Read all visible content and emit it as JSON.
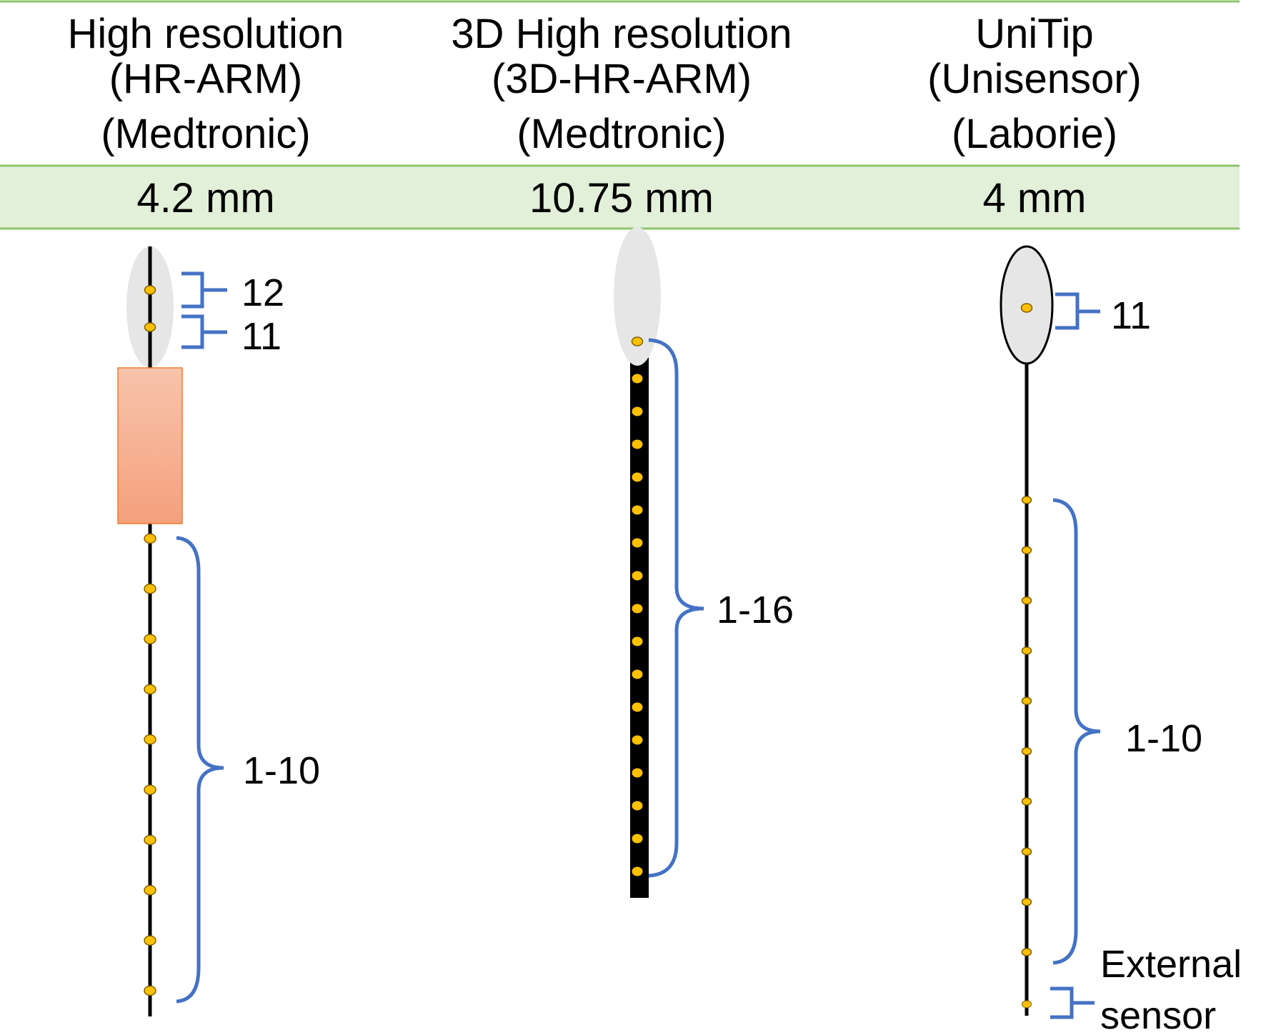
{
  "colors": {
    "header_rule": "#8cc46a",
    "diameter_band": "#e2efd9",
    "bracket": "#4472c4",
    "sensor": "#ffc000",
    "sensor_stroke": "#7f6000",
    "balloon": "#e6e6e6",
    "sleeve_top": "#f7c4ac",
    "sleeve_bottom": "#f5a07c",
    "sleeve_stroke": "#ed7d31",
    "catheter": "#000000"
  },
  "columns": [
    {
      "header": [
        "High resolution",
        "(HR-ARM)",
        "(Medtronic)"
      ],
      "diameter": "4.2 mm",
      "balloon_sensor_labels": [
        "12",
        "11"
      ],
      "channel_label": "1-10",
      "channel_sensor_count": 10,
      "has_sleeve": true
    },
    {
      "header": [
        "3D High resolution",
        "(3D-HR-ARM)",
        "(Medtronic)"
      ],
      "diameter": "10.75 mm",
      "channel_label": "1-16",
      "channel_sensor_count": 16
    },
    {
      "header": [
        "UniTip",
        "(Unisensor)",
        "(Laborie)"
      ],
      "diameter": "4 mm",
      "balloon_sensor_labels": [
        "11"
      ],
      "channel_label": "1-10",
      "channel_sensor_count": 10,
      "external_sensor_label": [
        "External",
        "sensor"
      ]
    }
  ]
}
